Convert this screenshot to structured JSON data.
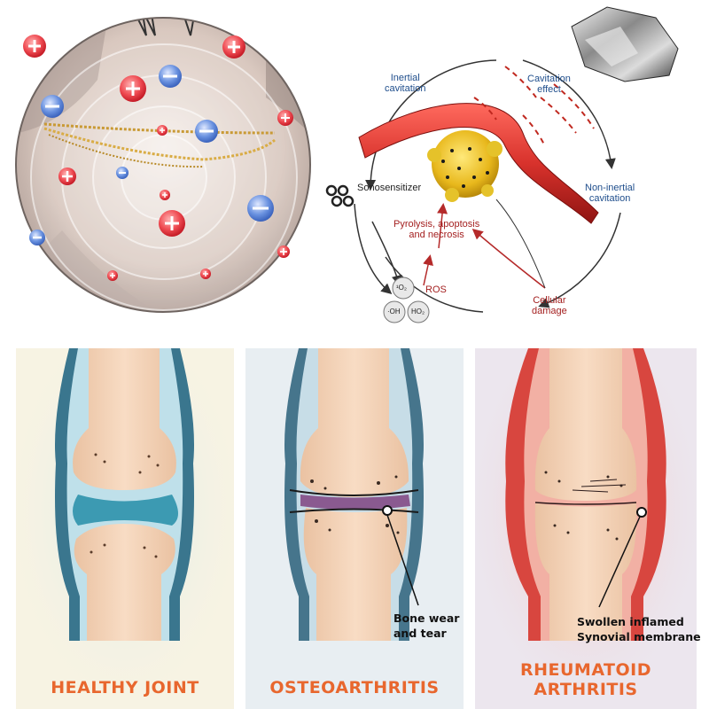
{
  "ultrasound_diagram": {
    "inertial_cavitation": "Inertial\ncavitation",
    "cavitation_effect": "Cavitation\neffect",
    "non_inertial_cavitation": "Non-inertial\ncavitation",
    "sonosensitizer": "Sonosensitizer",
    "pyrolysis": "Pyrolysis, apoptosis\nand necrosis",
    "ros": "ROS",
    "cellular_damage": "Cellular\ndamage",
    "radical_1o2": "¹O₂",
    "radical_oh": "·OH",
    "radical_ho2": "HO₂"
  },
  "panels": [
    {
      "title": "HEALTHY JOINT",
      "callout": "",
      "bg": "#f7f3e3"
    },
    {
      "title": "OSTEOARTHRITIS",
      "callout": "Bone wear\nand tear",
      "bg": "#e8eef2"
    },
    {
      "title": "RHEUMATOID\nARTHRITIS",
      "callout": "Swollen inflamed\nSynovial membrane",
      "bg": "#ece6ee"
    }
  ],
  "colors": {
    "title_orange": "#e8672e",
    "charge_positive": "#e8404a",
    "charge_negative": "#5b86d8",
    "blood_vessel": "#d8322c",
    "cartilage_blue": "#3c9ab2",
    "inflamed_red": "#d8463f",
    "bone_peach": "#f5d2b5"
  }
}
